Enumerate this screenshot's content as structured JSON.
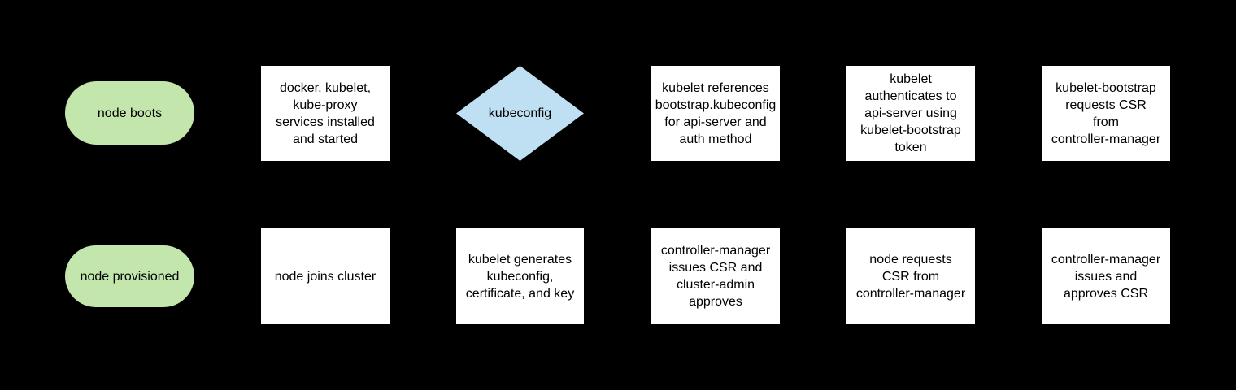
{
  "palette": {
    "background": "#000000",
    "terminator_fill": "#c3e6ad",
    "decision_fill": "#bfdff2",
    "process_fill": "#ffffff",
    "text_color": "#000000"
  },
  "flowchart": {
    "rows": [
      {
        "nodes": [
          {
            "id": "node-boots",
            "shape": "terminator",
            "label": "node boots"
          },
          {
            "id": "services-installed",
            "shape": "process",
            "label": "docker, kubelet,\nkube-proxy\nservices installed\nand started"
          },
          {
            "id": "kubeconfig-decision",
            "shape": "decision",
            "label": "kubeconfig"
          },
          {
            "id": "kubelet-references",
            "shape": "process",
            "label": "kubelet references\nbootstrap.kubeconfig\nfor api-server and\nauth method"
          },
          {
            "id": "kubelet-authenticates",
            "shape": "process",
            "label": "kubelet\nauthenticates to\napi-server using\nkubelet-bootstrap\ntoken"
          },
          {
            "id": "kubelet-bootstrap-requests-csr",
            "shape": "process",
            "label": "kubelet-bootstrap\nrequests CSR\nfrom\ncontroller-manager"
          }
        ]
      },
      {
        "nodes": [
          {
            "id": "node-provisioned",
            "shape": "terminator",
            "label": "node provisioned"
          },
          {
            "id": "node-joins-cluster",
            "shape": "process",
            "label": "node joins cluster"
          },
          {
            "id": "kubelet-generates",
            "shape": "process",
            "label": "kubelet generates\nkubeconfig,\ncertificate, and key"
          },
          {
            "id": "controller-manager-cluster-admin",
            "shape": "process",
            "label": "controller-manager\nissues CSR and\ncluster-admin\napproves"
          },
          {
            "id": "node-requests-csr",
            "shape": "process",
            "label": "node requests\nCSR from\ncontroller-manager"
          },
          {
            "id": "controller-manager-approves",
            "shape": "process",
            "label": "controller-manager\nissues and\napproves CSR"
          }
        ]
      }
    ]
  }
}
